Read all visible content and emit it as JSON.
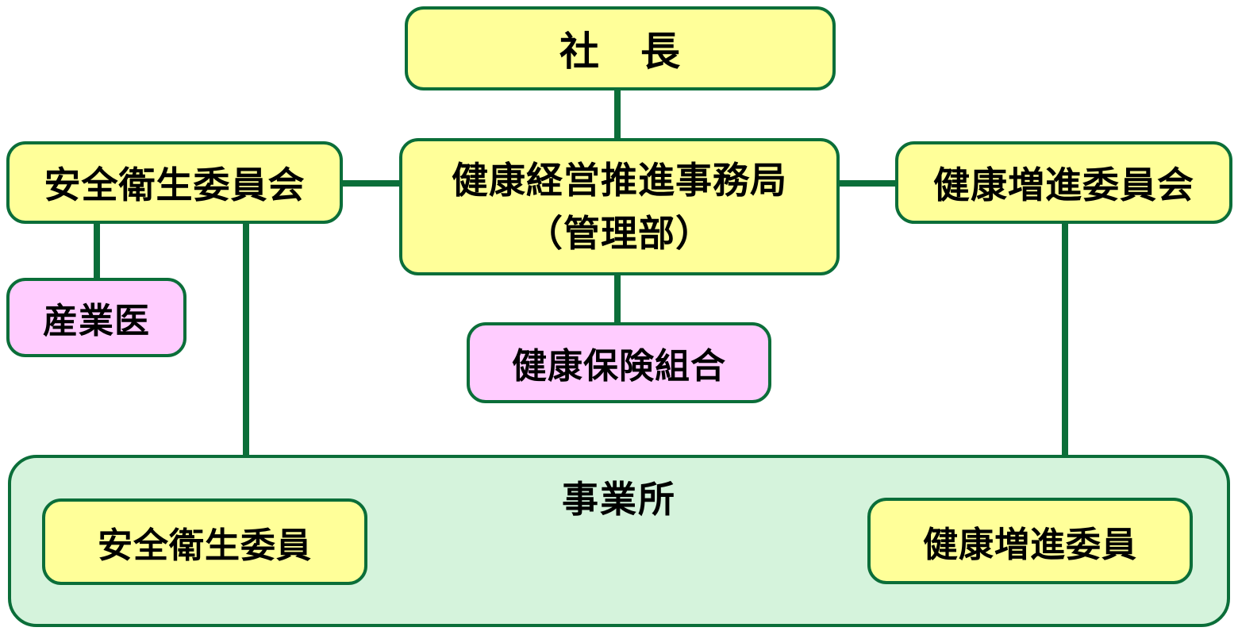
{
  "nodes": {
    "president": {
      "label": "社　長"
    },
    "office": {
      "line1": "健康経営推進事務局",
      "line2": "（管理部）"
    },
    "safety_committee": {
      "label": "安全衛生委員会"
    },
    "health_committee": {
      "label": "健康増進委員会"
    },
    "physician": {
      "label": "産業医"
    },
    "insurance_union": {
      "label": "健康保険組合"
    },
    "worksite": {
      "label": "事業所"
    },
    "safety_member": {
      "label": "安全衛生委員"
    },
    "health_member": {
      "label": "健康増進委員"
    }
  },
  "edges": [
    {
      "from": "president",
      "to": "office"
    },
    {
      "from": "safety_committee",
      "to": "office"
    },
    {
      "from": "office",
      "to": "health_committee"
    },
    {
      "from": "safety_committee",
      "to": "physician"
    },
    {
      "from": "safety_committee",
      "to": "safety_member"
    },
    {
      "from": "office",
      "to": "insurance_union"
    },
    {
      "from": "health_committee",
      "to": "health_member"
    }
  ],
  "colors": {
    "box_yellow": "#FFFF99",
    "box_pink": "#FFCCFF",
    "worksite_green": "#D5F3DC",
    "line_dark_green": "#0B6E39",
    "text": "#000000",
    "background": "#FFFFFF"
  }
}
